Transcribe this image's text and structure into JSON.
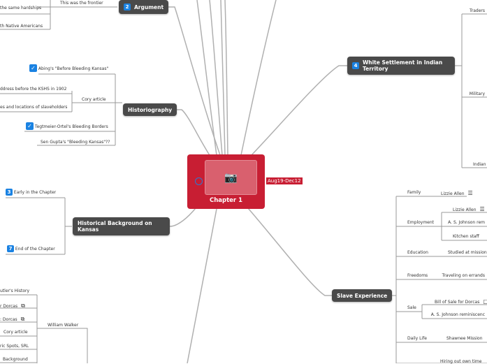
{
  "center": {
    "title": "Chapter 1",
    "date": "Aug19-Dec12",
    "image_icon": "camera-icon"
  },
  "argument": {
    "num": "2",
    "label": "Argument",
    "child": "This was the frontier",
    "sub": [
      "the same hardships",
      "th Native Americans"
    ]
  },
  "historiography": {
    "label": "Historiography",
    "items": [
      "Abing's \"Before Bleeding Kansas\"",
      "Cory article",
      "Tegtmeier-Ortel's Bleeding Borders",
      "Sen Gupta's \"Bleeding Kansas\"??"
    ],
    "cory_sub": [
      "ddress before the KSHS in 1902",
      "es and locations of slaveholders"
    ]
  },
  "background": {
    "label": "Historical Background on Kansas",
    "items": [
      {
        "num": "3",
        "label": "Early in the Chapter"
      },
      {
        "num": "7",
        "label": "End of the Chapter"
      }
    ]
  },
  "walker": {
    "label": "William Walker",
    "items": [
      "utler's History",
      "r Dorcas",
      ": Dorcas",
      "Cory article",
      "ric Spots, SRL",
      "Background"
    ]
  },
  "white": {
    "num": "4",
    "label": "White Settlement in Indian Territory",
    "items": [
      "Traders",
      "Military",
      "Indian"
    ]
  },
  "slave": {
    "label": "Slave Experience",
    "branches": [
      {
        "label": "Family",
        "children": [
          "Lizzie Allen"
        ]
      },
      {
        "label": "Employment",
        "children": [
          "Lizzie Allen",
          "A. S. Johnson rem",
          "Kitchen staff"
        ]
      },
      {
        "label": "Education",
        "children": [
          "Studied at mission"
        ]
      },
      {
        "label": "Freedoms",
        "children": [
          "Traveling on errands"
        ]
      },
      {
        "label": "Sale",
        "children": [
          "Bill of Sale for Dorcas",
          "A. S. Johnson reminiscenc"
        ]
      },
      {
        "label": "Daily Life",
        "children": [
          "Shawnee Mission"
        ]
      },
      {
        "label": "",
        "children": [
          "Hiring out own time"
        ]
      }
    ]
  },
  "colors": {
    "center": "#c81e33",
    "node": "#4a4a4a",
    "badge": "#1a82e2",
    "line": "#aaaaaa"
  }
}
